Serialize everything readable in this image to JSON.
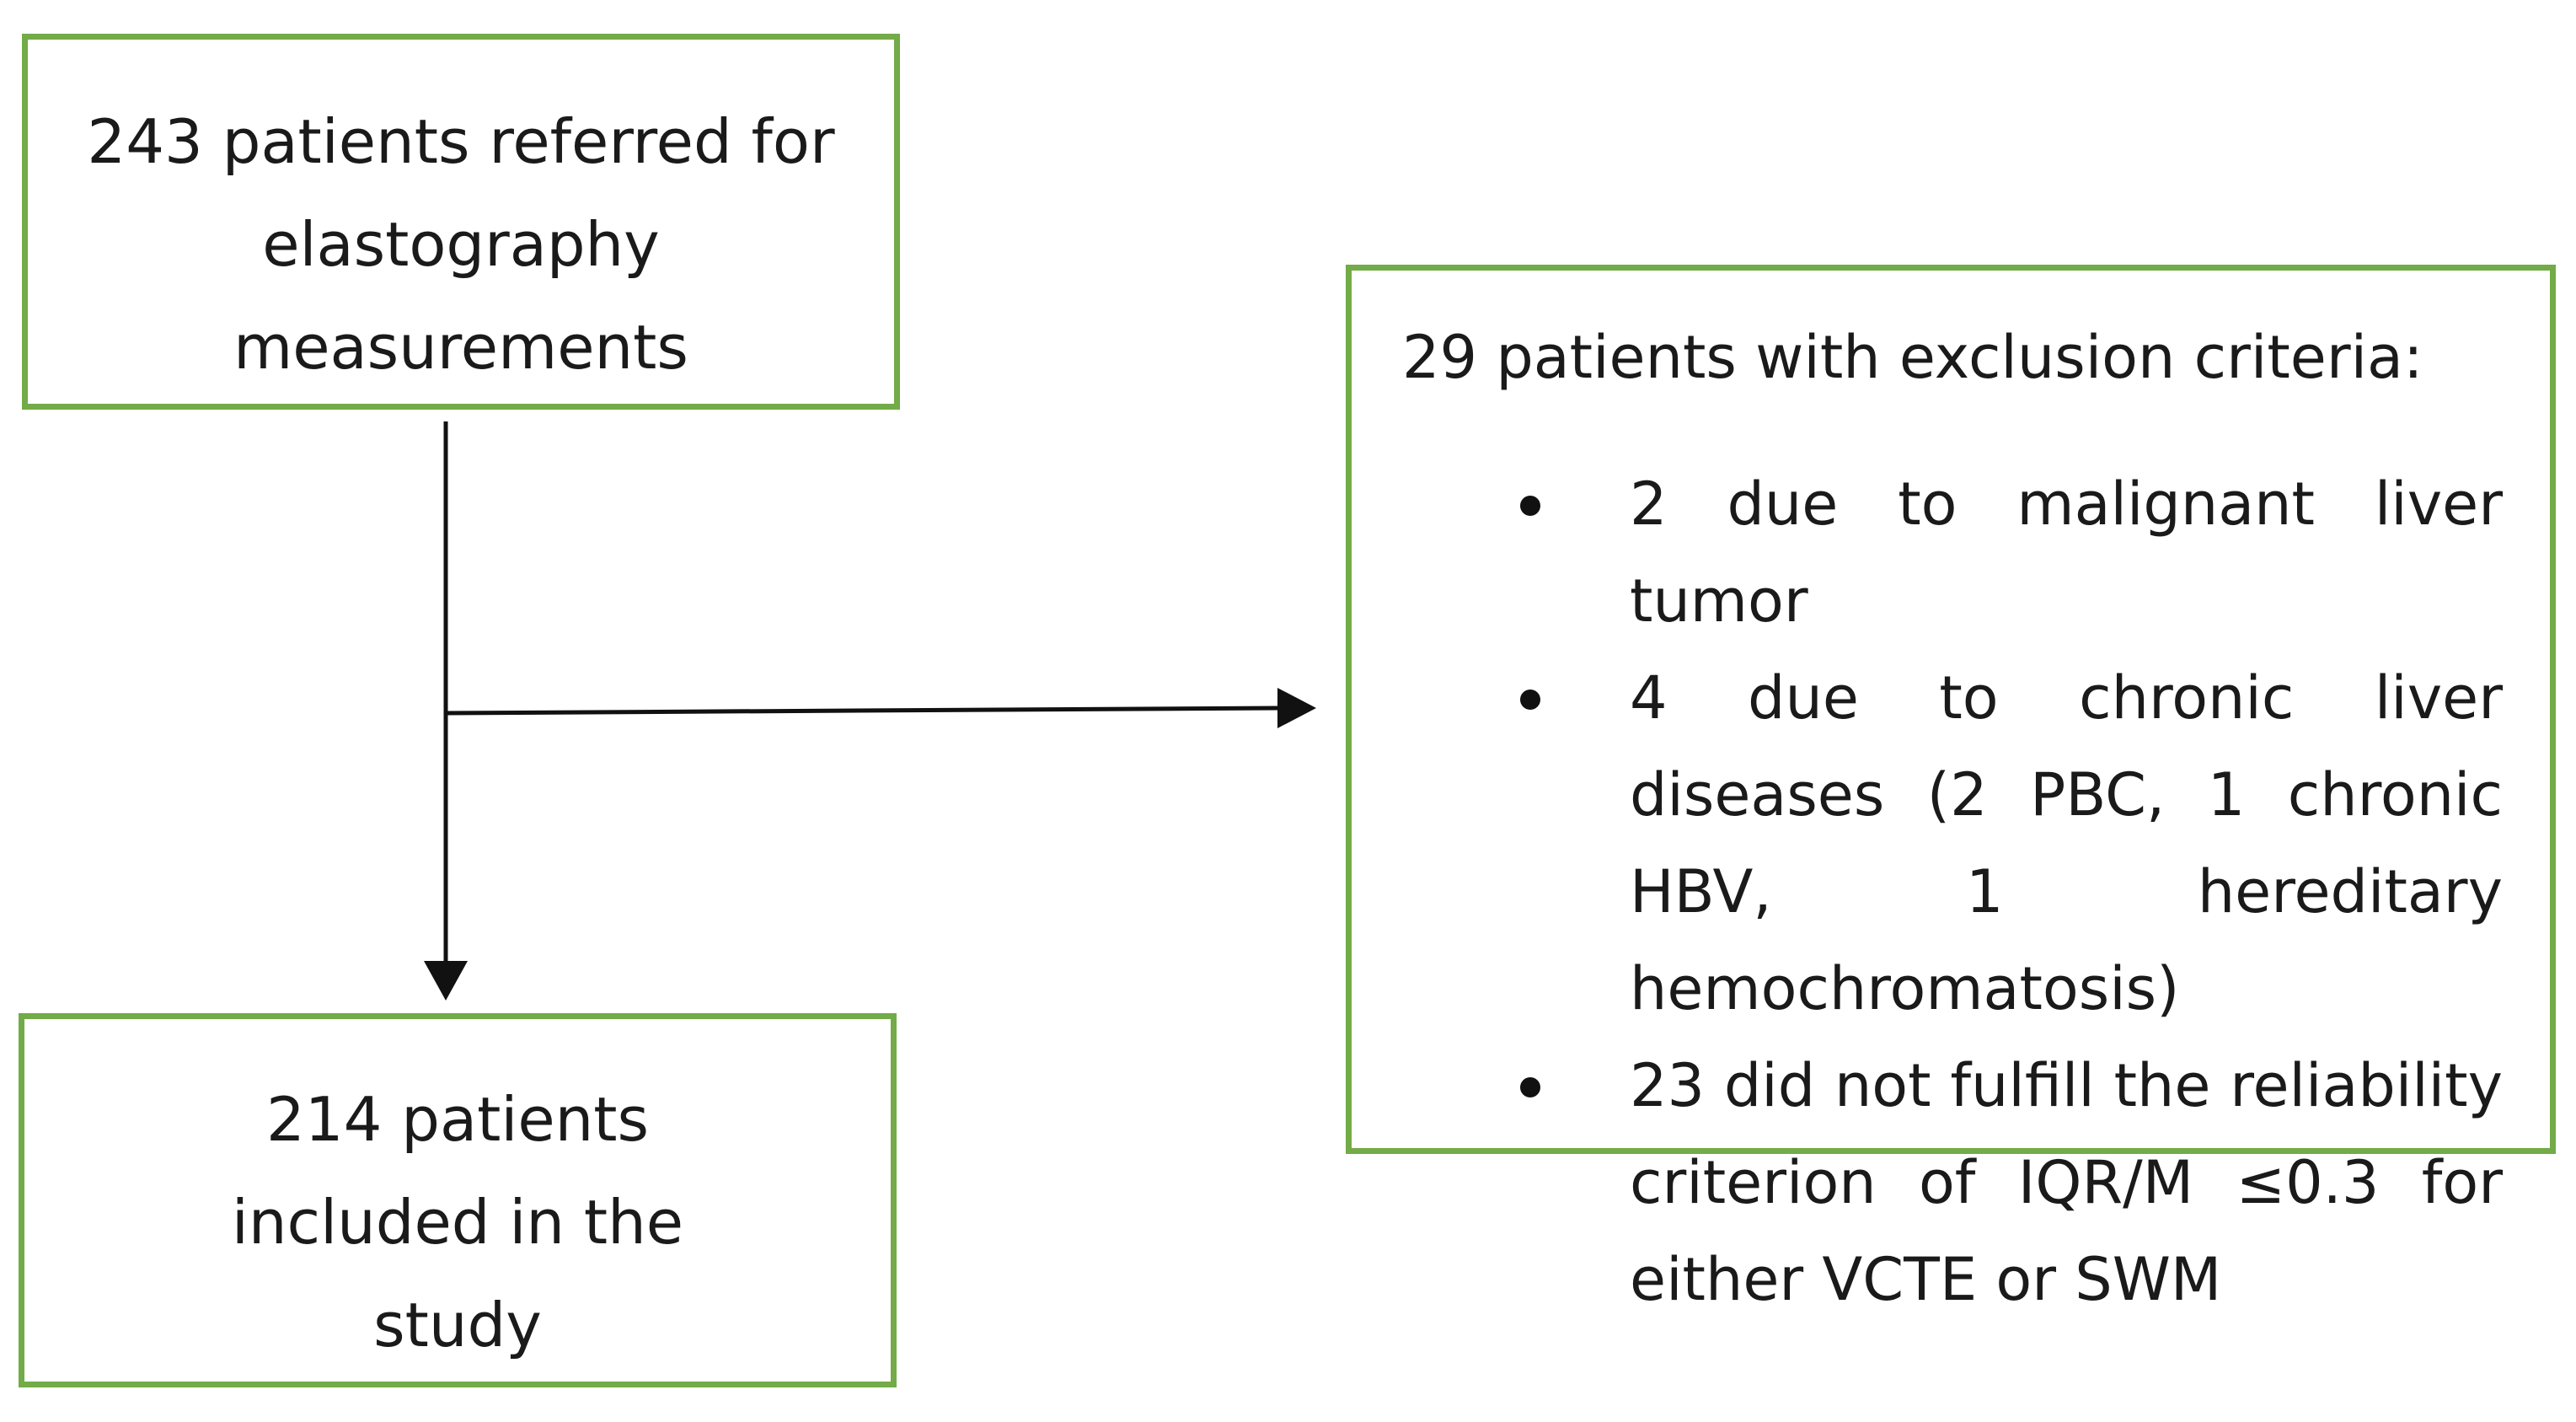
{
  "boxes": {
    "referred": {
      "text": "243 patients referred for elastography measurements"
    },
    "excluded": {
      "title": "29 patients with exclusion criteria:",
      "items": [
        "2 due to malignant liver tumor",
        "4 due to chronic liver diseases (2 PBC, 1 chronic HBV, 1 hereditary hemochromatosis)",
        "23 did not fulfill the reliability criterion of IQR/M ≤0.3 for either VCTE or SWM"
      ]
    },
    "included": {
      "text": "214 patients included in the study"
    }
  },
  "colors": {
    "box_border": "#72ab47",
    "arrow": "#111111"
  }
}
